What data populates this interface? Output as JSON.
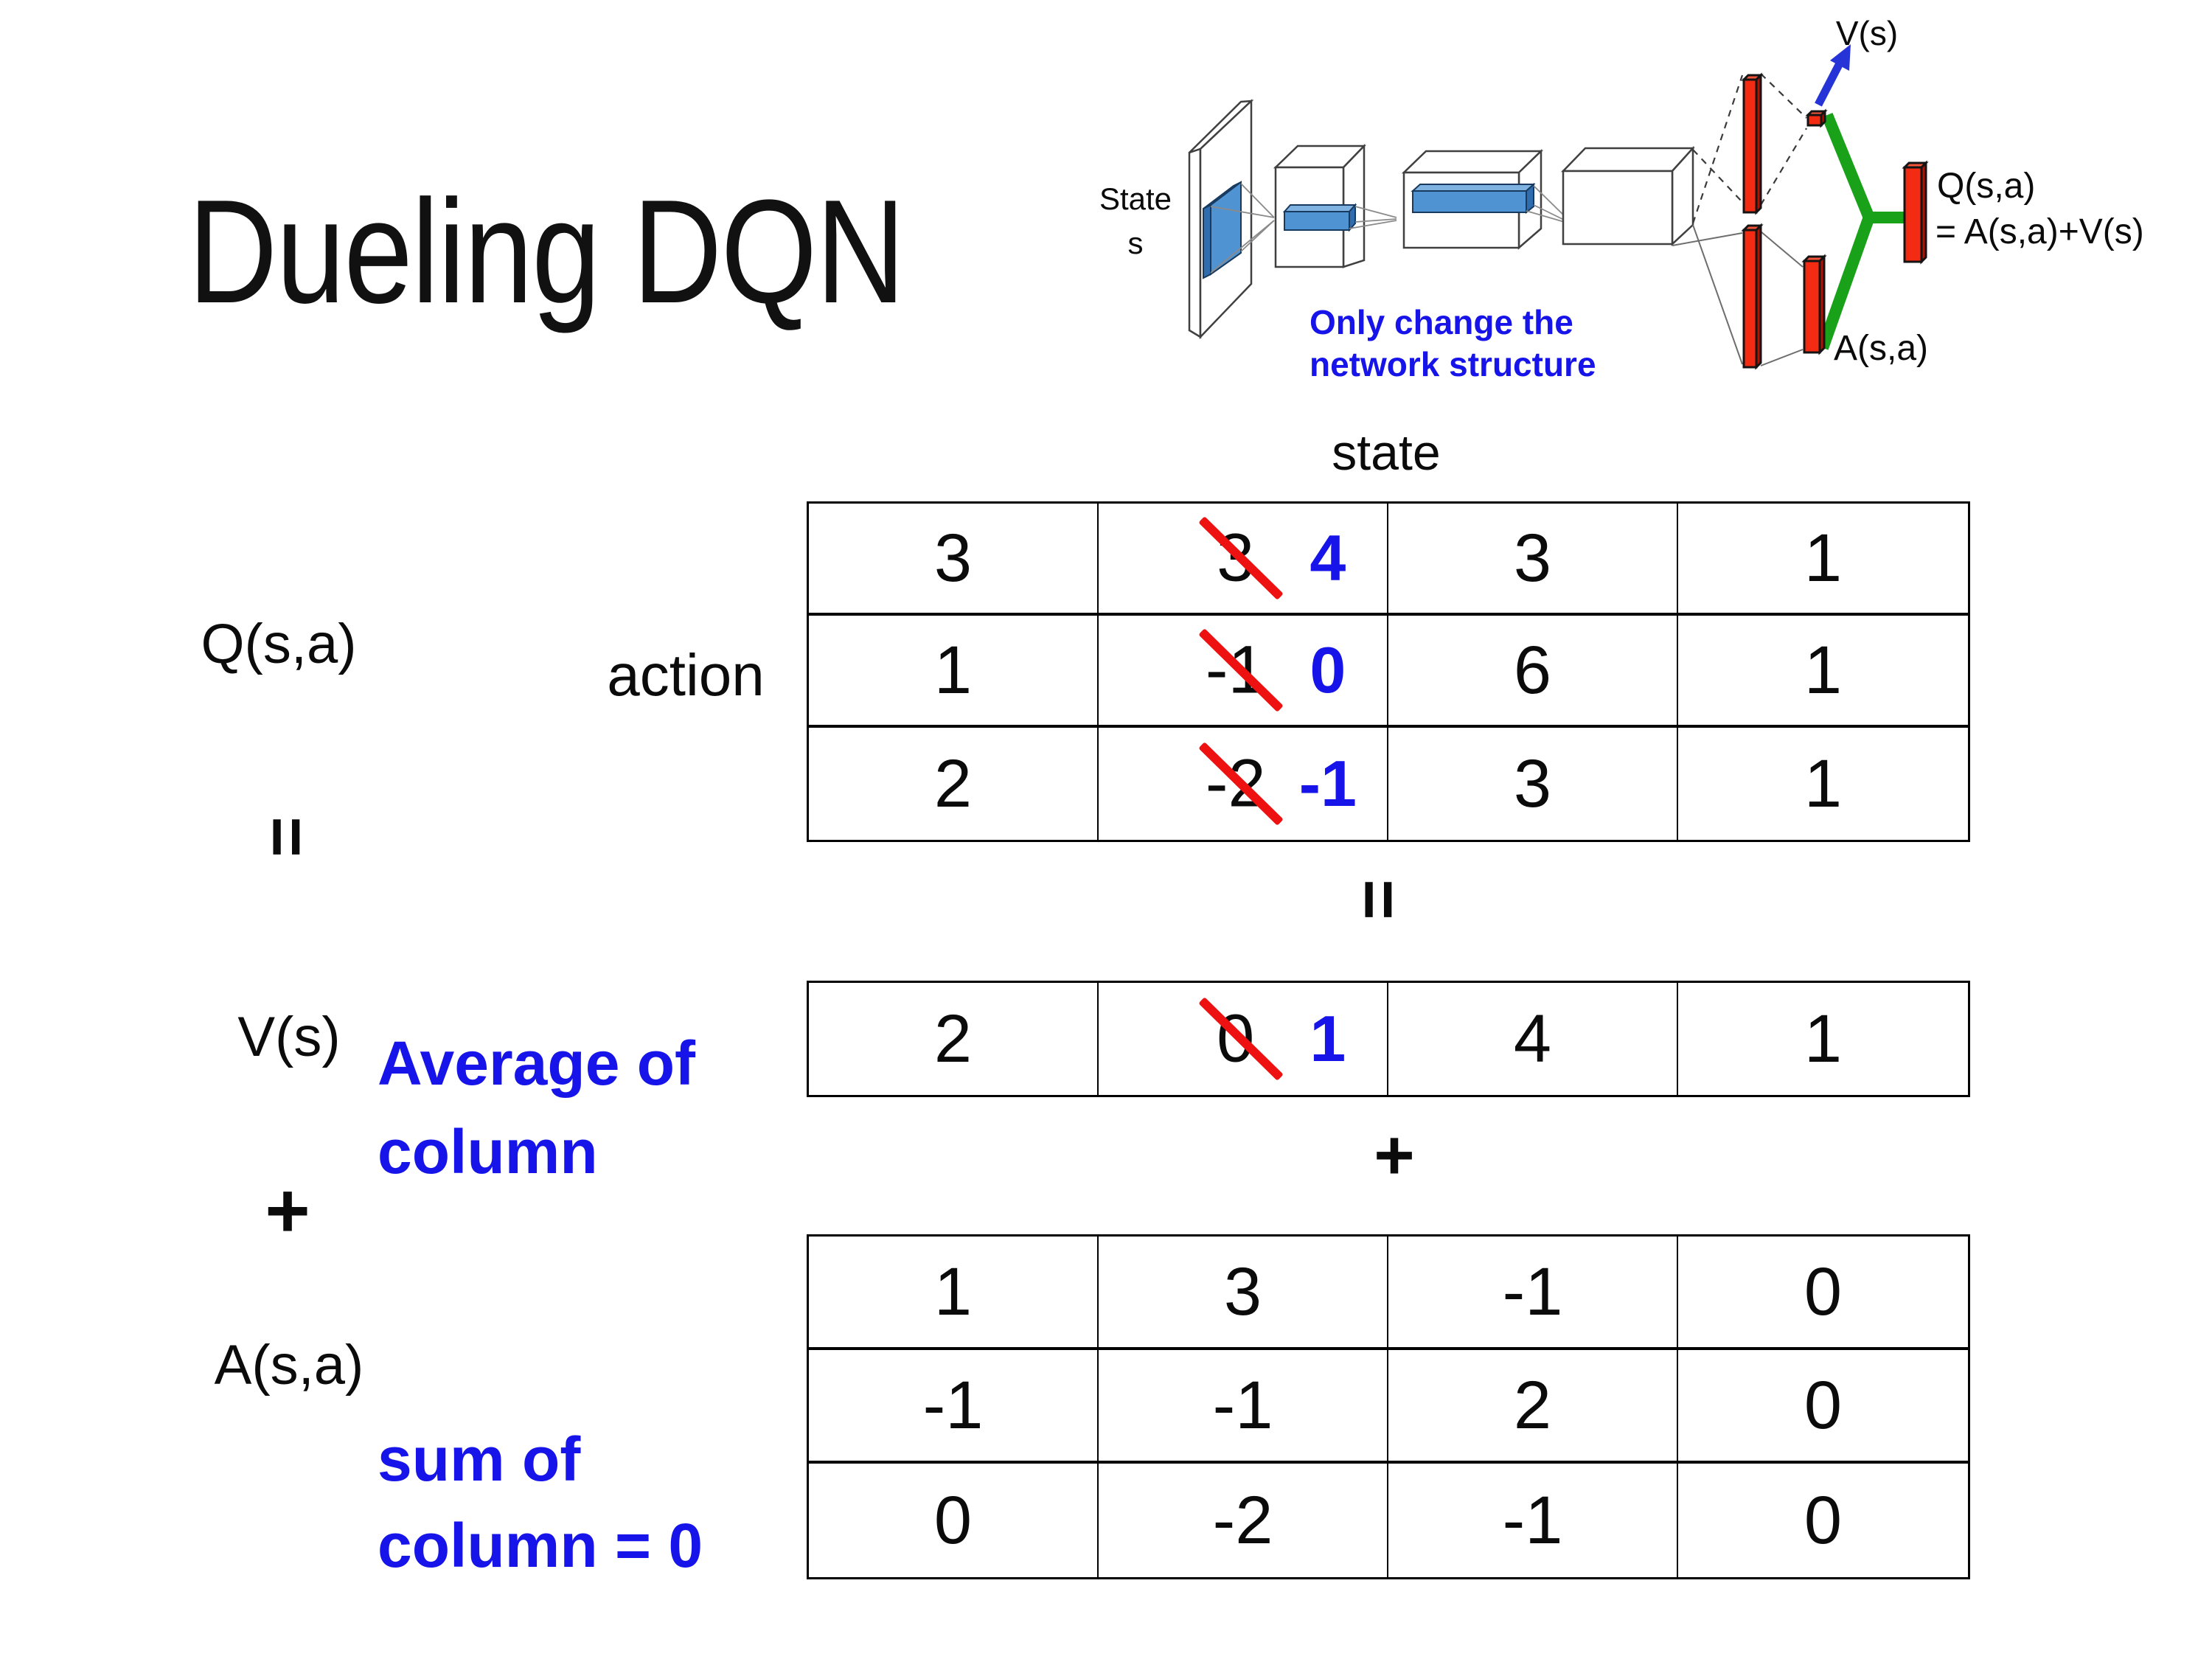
{
  "slide": {
    "title": "Dueling DQN",
    "background": "#ffffff"
  },
  "colors": {
    "accent_blue": "#1614e9",
    "strike_red": "#ee1111",
    "bar_red": "#f22b12",
    "stream_green": "#1aa11a",
    "arrow_blue": "#2633d6",
    "layer_blue": "#4f93d2"
  },
  "network_diagram": {
    "input_label_line1": "State",
    "input_label_line2": "s",
    "note_line1": "Only change the",
    "note_line2": "network structure",
    "value_output_label": "V(s)",
    "q_output_label_line1": "Q(s,a)",
    "q_output_label_line2": "= A(s,a)+V(s)",
    "advantage_output_label": "A(s,a)"
  },
  "decomposition": {
    "q_matrix_label": "Q(s,a)",
    "equals_symbol": "=",
    "plus_symbol": "+",
    "value_row_label": "V(s)",
    "advantage_matrix_label": "A(s,a)",
    "state_header": "state",
    "action_label": "action",
    "average_note_line1": "Average of",
    "average_note_line2": "column",
    "sum_note_line1": "sum of",
    "sum_note_line2": "column = 0",
    "tables": {
      "q": {
        "rows": [
          {
            "cells": [
              {
                "text": "3"
              },
              {
                "old": "3",
                "new": "4"
              },
              {
                "text": "3"
              },
              {
                "text": "1"
              }
            ]
          },
          {
            "cells": [
              {
                "text": "1"
              },
              {
                "old": "-1",
                "new": "0"
              },
              {
                "text": "6"
              },
              {
                "text": "1"
              }
            ]
          },
          {
            "cells": [
              {
                "text": "2"
              },
              {
                "old": "-2",
                "new": "-1"
              },
              {
                "text": "3"
              },
              {
                "text": "1"
              }
            ]
          }
        ]
      },
      "v": {
        "rows": [
          {
            "cells": [
              {
                "text": "2"
              },
              {
                "old": "0",
                "new": "1"
              },
              {
                "text": "4"
              },
              {
                "text": "1"
              }
            ]
          }
        ]
      },
      "a": {
        "rows": [
          {
            "cells": [
              {
                "text": "1"
              },
              {
                "text": "3"
              },
              {
                "text": "-1"
              },
              {
                "text": "0"
              }
            ]
          },
          {
            "cells": [
              {
                "text": "-1"
              },
              {
                "text": "-1"
              },
              {
                "text": "2"
              },
              {
                "text": "0"
              }
            ]
          },
          {
            "cells": [
              {
                "text": "0"
              },
              {
                "text": "-2"
              },
              {
                "text": "-1"
              },
              {
                "text": "0"
              }
            ]
          }
        ]
      }
    }
  }
}
